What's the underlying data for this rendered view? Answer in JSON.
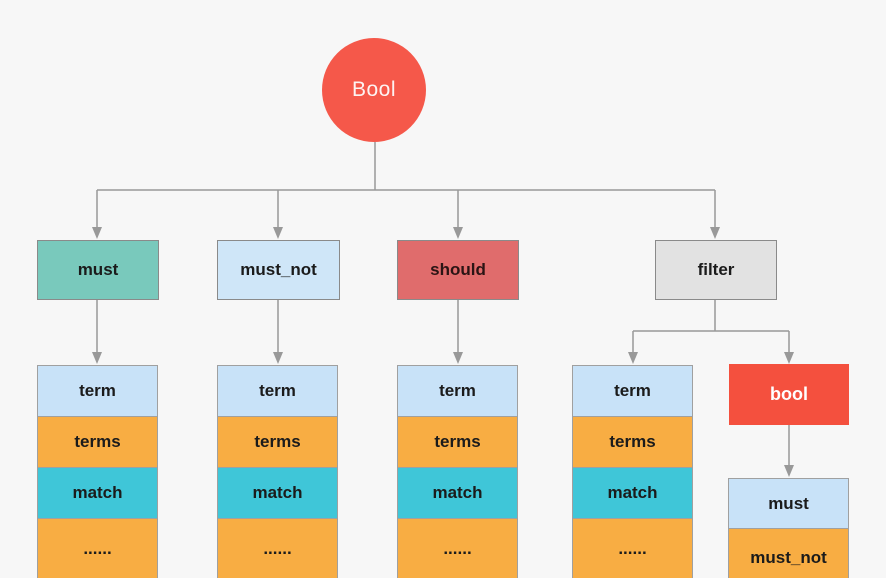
{
  "diagram": {
    "root": {
      "label": "Bool"
    },
    "clauses": [
      {
        "label": "must",
        "color": "#79c9bc"
      },
      {
        "label": "must_not",
        "color": "#cfe6f8"
      },
      {
        "label": "should",
        "color": "#e06c6c"
      },
      {
        "label": "filter",
        "color": "#e2e2e2"
      }
    ],
    "query_types": [
      "term",
      "terms",
      "match",
      "......"
    ],
    "nested_bool": {
      "label": "bool",
      "color": "#f4503e",
      "children": [
        "must",
        "must_not"
      ]
    },
    "colors": {
      "root_circle": "#f5584a",
      "row_term": "#c8e2f8",
      "row_terms": "#f8ad43",
      "row_match": "#3fc6d8",
      "row_dots": "#f8ad43",
      "connector": "#999999",
      "background": "#f7f7f7",
      "text_dark": "#1b1b1b",
      "text_light": "#ffffff"
    }
  }
}
